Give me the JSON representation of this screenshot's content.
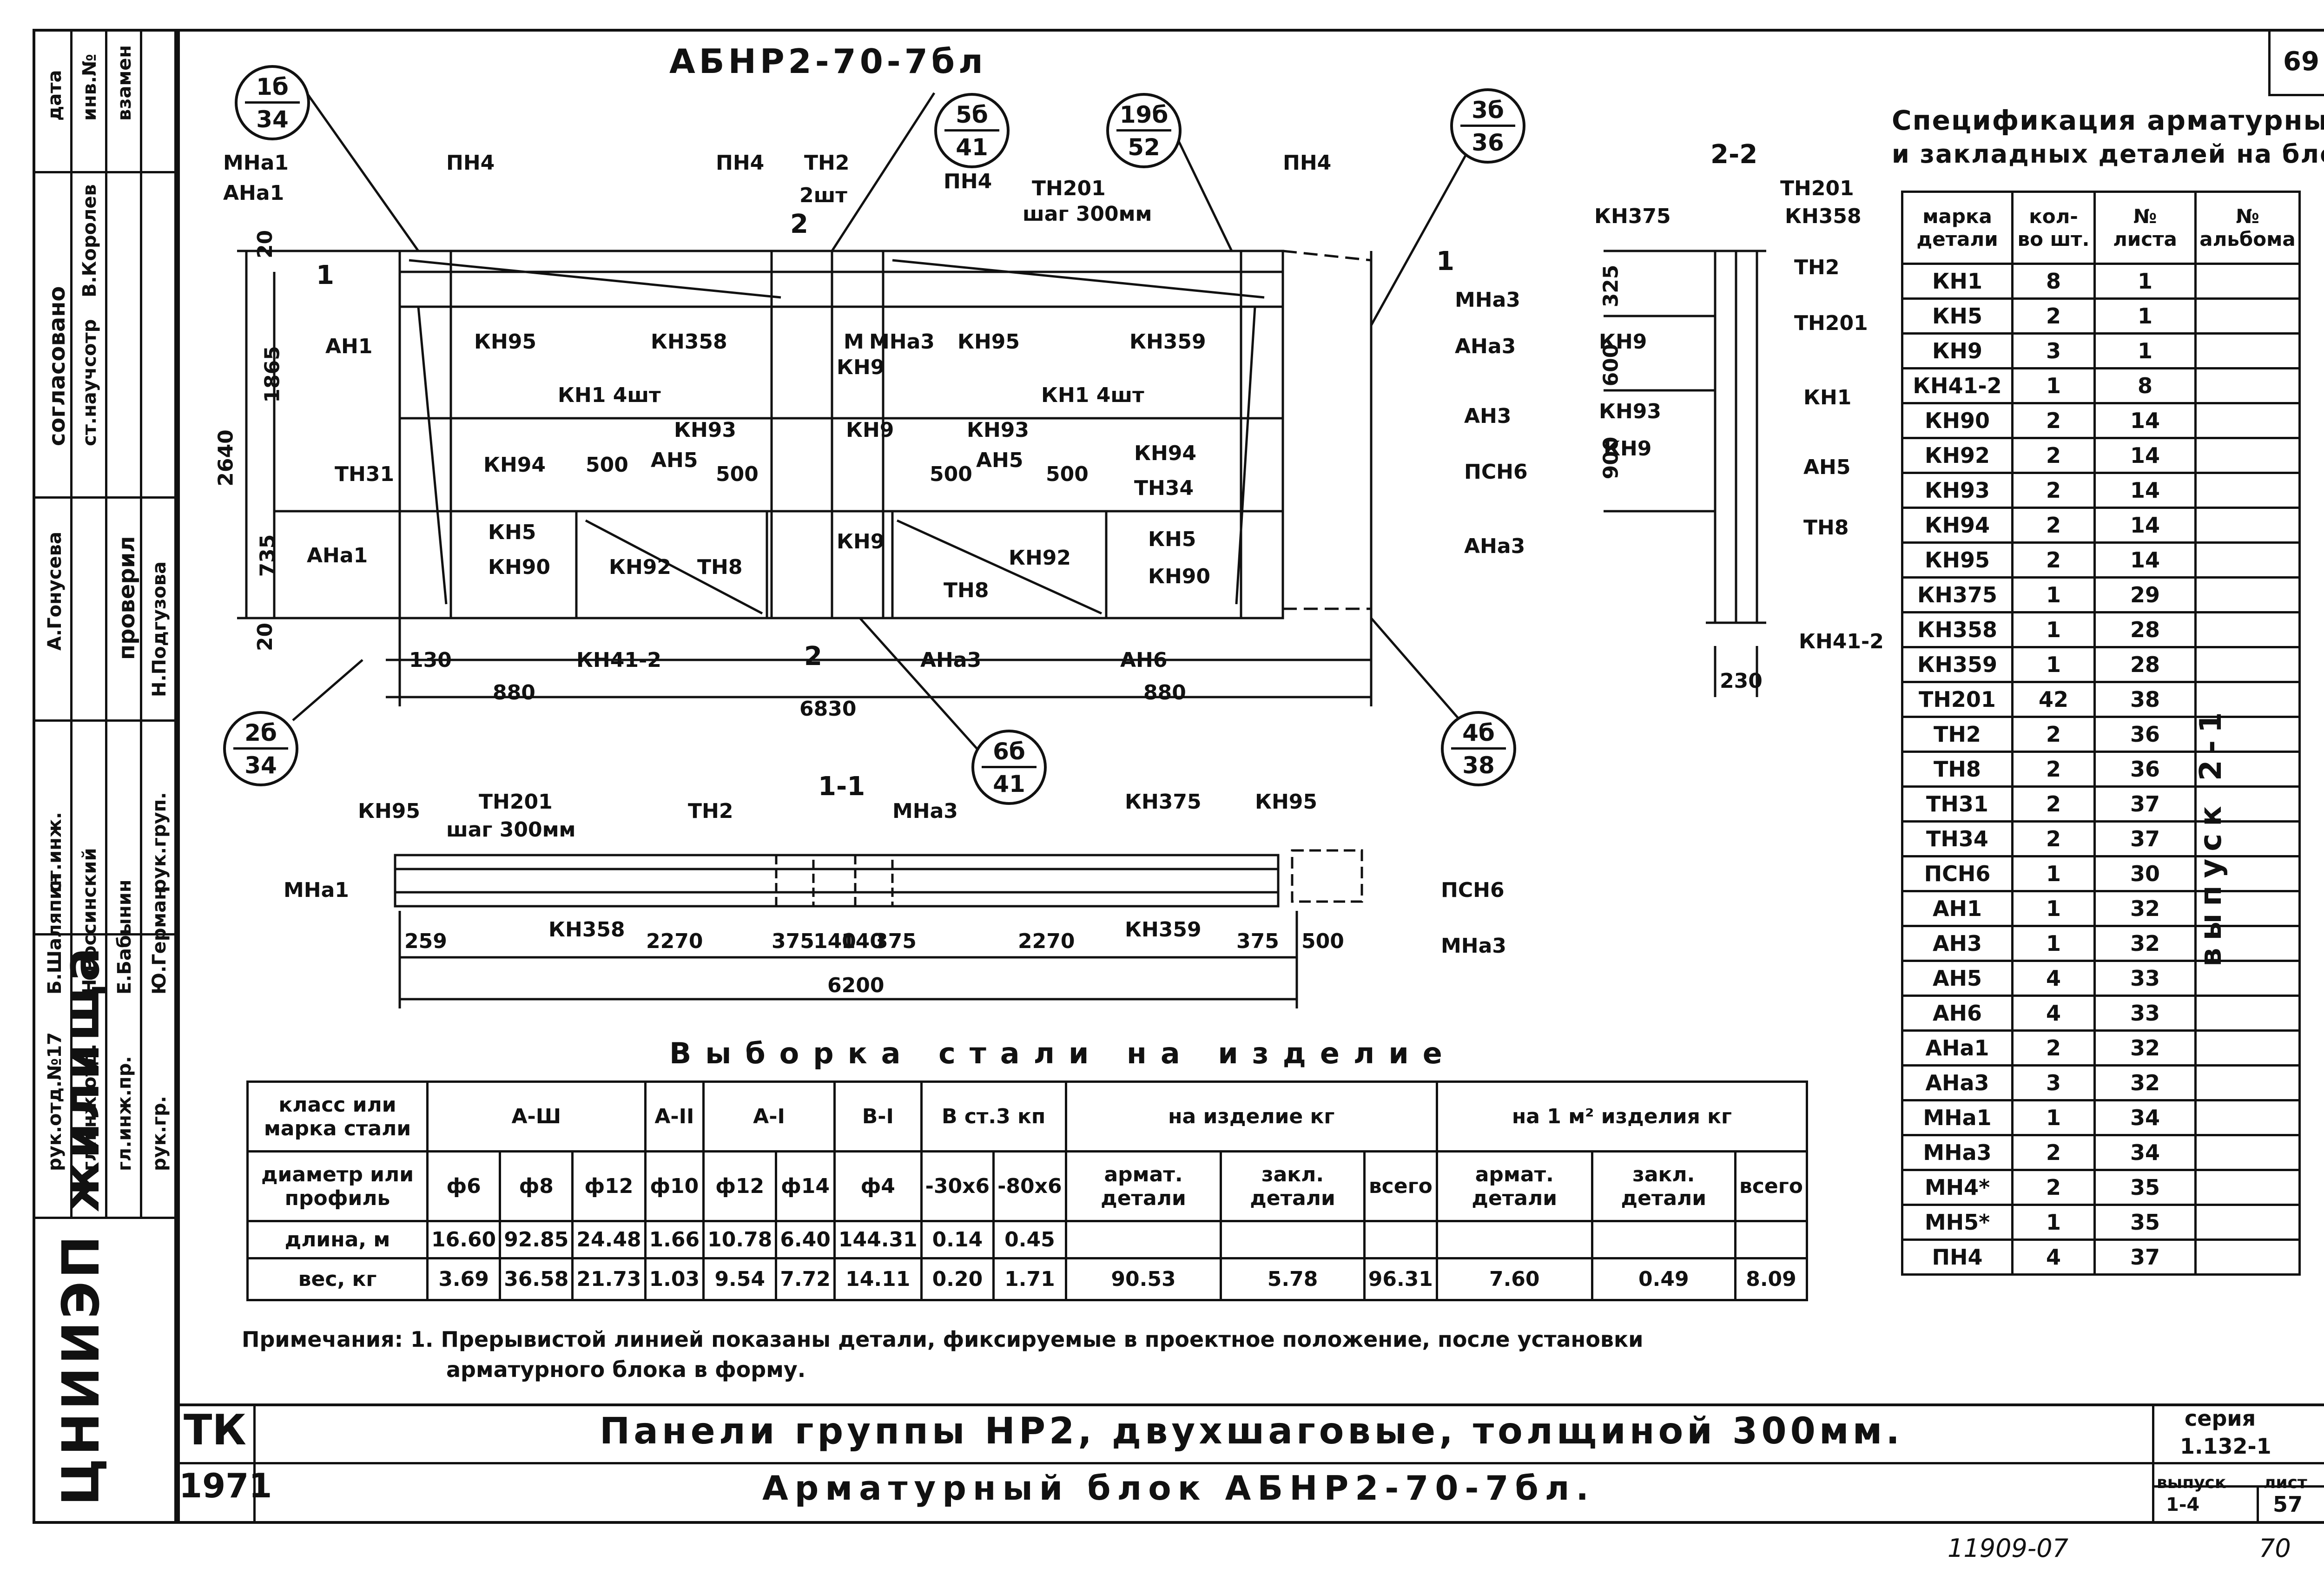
{
  "sheet_number_corner": "69",
  "page_bottom": {
    "code": "11909-07",
    "page": "70"
  },
  "title_block": {
    "org": "ЦНИИЭП жилища",
    "tk": "ТК",
    "year": "1971",
    "title_line1": "Панели группы НР2, двухшаговые, толщиной 300мм.",
    "title_line2": "Арматурный блок АБНР2-70-7бл.",
    "series_label": "серия",
    "series_value": "1.132-1",
    "issue_label": "выпуск",
    "issue_value": "1-4",
    "sheet_label": "лист",
    "sheet_value": "57"
  },
  "left_stamp": {
    "header": [
      "дата",
      "инв.№",
      "взамен"
    ],
    "approval_header": "согласовано",
    "check_header": "проверил",
    "rows": [
      {
        "role": "ст.научсотр",
        "name": "В.Королев"
      },
      {
        "role": "А.Гонусева",
        "name": ""
      },
      {
        "role": "ст.инж.",
        "name": "Б.Шаляпин"
      },
      {
        "role": "рук.гр.",
        "name": "Ю.Герман"
      },
      {
        "role": "рук.отд.№17",
        "name": ""
      },
      {
        "role": "гл.инж.отд.",
        "name": "Н.Россинский"
      },
      {
        "role": "гл.инж.пр.",
        "name": "Е.Бабынин"
      },
      {
        "role": "рук.гр.",
        "name": "Н.Подгузова"
      },
      {
        "role": "рук.груп.",
        "name": "Н.Подгузова"
      }
    ]
  },
  "drawing": {
    "main_title": "АБНР2-70-7бл",
    "section_11": "1-1",
    "section_22": "2-2",
    "callouts": [
      {
        "top": "1б",
        "bot": "34"
      },
      {
        "top": "5б",
        "bot": "41"
      },
      {
        "top": "19б",
        "bot": "52"
      },
      {
        "top": "3б",
        "bot": "36"
      },
      {
        "top": "2б",
        "bot": "34"
      },
      {
        "top": "6б",
        "bot": "41"
      },
      {
        "top": "4б",
        "bot": "38"
      }
    ],
    "labels_main": [
      "МНа1",
      "АНа1",
      "ПН4",
      "ПН4",
      "ТН2",
      "2шт",
      "ПН4",
      "ТН201",
      "шаг 300мм",
      "ПН4",
      "КН95",
      "КН358",
      "М",
      "МНа3",
      "КН9",
      "КН95",
      "КН359",
      "АН1",
      "КН1 4шт",
      "КН1 4шт",
      "КН93",
      "КН9",
      "КН93",
      "ТН31",
      "КН94",
      "500",
      "АН5",
      "500",
      "500",
      "АН5",
      "500",
      "КН94",
      "ТН34",
      "КН5",
      "КН90",
      "КН92",
      "ТН8",
      "КН9",
      "ТН8",
      "КН92",
      "КН5",
      "КН90",
      "АНа1",
      "АН6",
      "АНа3",
      "КН41-2",
      "МНа3",
      "АНа3",
      "АН3",
      "ПСН6",
      "АНа3"
    ],
    "dims_main": [
      "2640",
      "1865",
      "735",
      "20",
      "20",
      "130",
      "880",
      "6830",
      "880",
      "1",
      "1",
      "2",
      "2"
    ],
    "labels_11": [
      "КН95",
      "ТН201",
      "шаг 300мм",
      "ТН2",
      "МНа3",
      "КН375",
      "КН95",
      "МНа1",
      "КН358",
      "КН359",
      "ПСН6",
      "МНа3"
    ],
    "dims_11": [
      "259",
      "2270",
      "375",
      "140",
      "140",
      "375",
      "2270",
      "375",
      "500",
      "6200"
    ],
    "labels_22": [
      "КН375",
      "ТН201",
      "КН358",
      "ТН2",
      "ТН201",
      "КН9",
      "КН1",
      "КН93",
      "КН9",
      "АН5",
      "ТН8",
      "КН41-2"
    ],
    "dims_22": [
      "325",
      "600",
      "900",
      "230"
    ]
  },
  "spec": {
    "title_line1": "Спецификация арматурных",
    "title_line2": "и закладных деталей на блок",
    "headers": [
      "марка детали",
      "кол-во шт.",
      "№ листа",
      "№ альбома"
    ],
    "album_vertical": "выпуск 2-1",
    "rows": [
      [
        "КН1",
        "8",
        "1"
      ],
      [
        "КН5",
        "2",
        "1"
      ],
      [
        "КН9",
        "3",
        "1"
      ],
      [
        "КН41-2",
        "1",
        "8"
      ],
      [
        "КН90",
        "2",
        "14"
      ],
      [
        "КН92",
        "2",
        "14"
      ],
      [
        "КН93",
        "2",
        "14"
      ],
      [
        "КН94",
        "2",
        "14"
      ],
      [
        "КН95",
        "2",
        "14"
      ],
      [
        "КН375",
        "1",
        "29"
      ],
      [
        "КН358",
        "1",
        "28"
      ],
      [
        "КН359",
        "1",
        "28"
      ],
      [
        "ТН201",
        "42",
        "38"
      ],
      [
        "ТН2",
        "2",
        "36"
      ],
      [
        "ТН8",
        "2",
        "36"
      ],
      [
        "ТН31",
        "2",
        "37"
      ],
      [
        "ТН34",
        "2",
        "37"
      ],
      [
        "ПСН6",
        "1",
        "30"
      ],
      [
        "АН1",
        "1",
        "32"
      ],
      [
        "АН3",
        "1",
        "32"
      ],
      [
        "АН5",
        "4",
        "33"
      ],
      [
        "АН6",
        "4",
        "33"
      ],
      [
        "АНа1",
        "2",
        "32"
      ],
      [
        "АНа3",
        "3",
        "32"
      ],
      [
        "МНа1",
        "1",
        "34"
      ],
      [
        "МНа3",
        "2",
        "34"
      ],
      [
        "МН4*",
        "2",
        "35"
      ],
      [
        "МН5*",
        "1",
        "35"
      ],
      [
        "ПН4",
        "4",
        "37"
      ]
    ]
  },
  "steel": {
    "title": "Выборка стали на изделие",
    "h_class": "класс или марка стали",
    "h_a3": "А-Ш",
    "h_a2": "А-II",
    "h_a1": "А-I",
    "h_b1": "В-I",
    "h_v": "В ст.3 кп",
    "h_item": "на изделие кг",
    "h_m2": "на 1 м² изделия кг",
    "h_diam": "диаметр или профиль",
    "diams": [
      "ф6",
      "ф8",
      "ф12",
      "ф10",
      "ф12",
      "ф14",
      "ф4",
      "-30x6",
      "-80x6",
      "армат. детали",
      "закл. детали",
      "всего",
      "армат. детали",
      "закл. детали",
      "всего"
    ],
    "h_len": "длина, м",
    "lengths": [
      "16.60",
      "92.85",
      "24.48",
      "1.66",
      "10.78",
      "6.40",
      "144.31",
      "0.14",
      "0.45",
      "",
      "",
      "",
      "",
      "",
      ""
    ],
    "h_wt": "вес, кг",
    "weights": [
      "3.69",
      "36.58",
      "21.73",
      "1.03",
      "9.54",
      "7.72",
      "14.11",
      "0.20",
      "1.71",
      "90.53",
      "5.78",
      "96.31",
      "7.60",
      "0.49",
      "8.09"
    ]
  },
  "notes": {
    "line1": "Примечания: 1. Прерывистой линией показаны детали, фиксируемые в проектное положение, после установки",
    "line2": "арматурного блока в форму."
  }
}
